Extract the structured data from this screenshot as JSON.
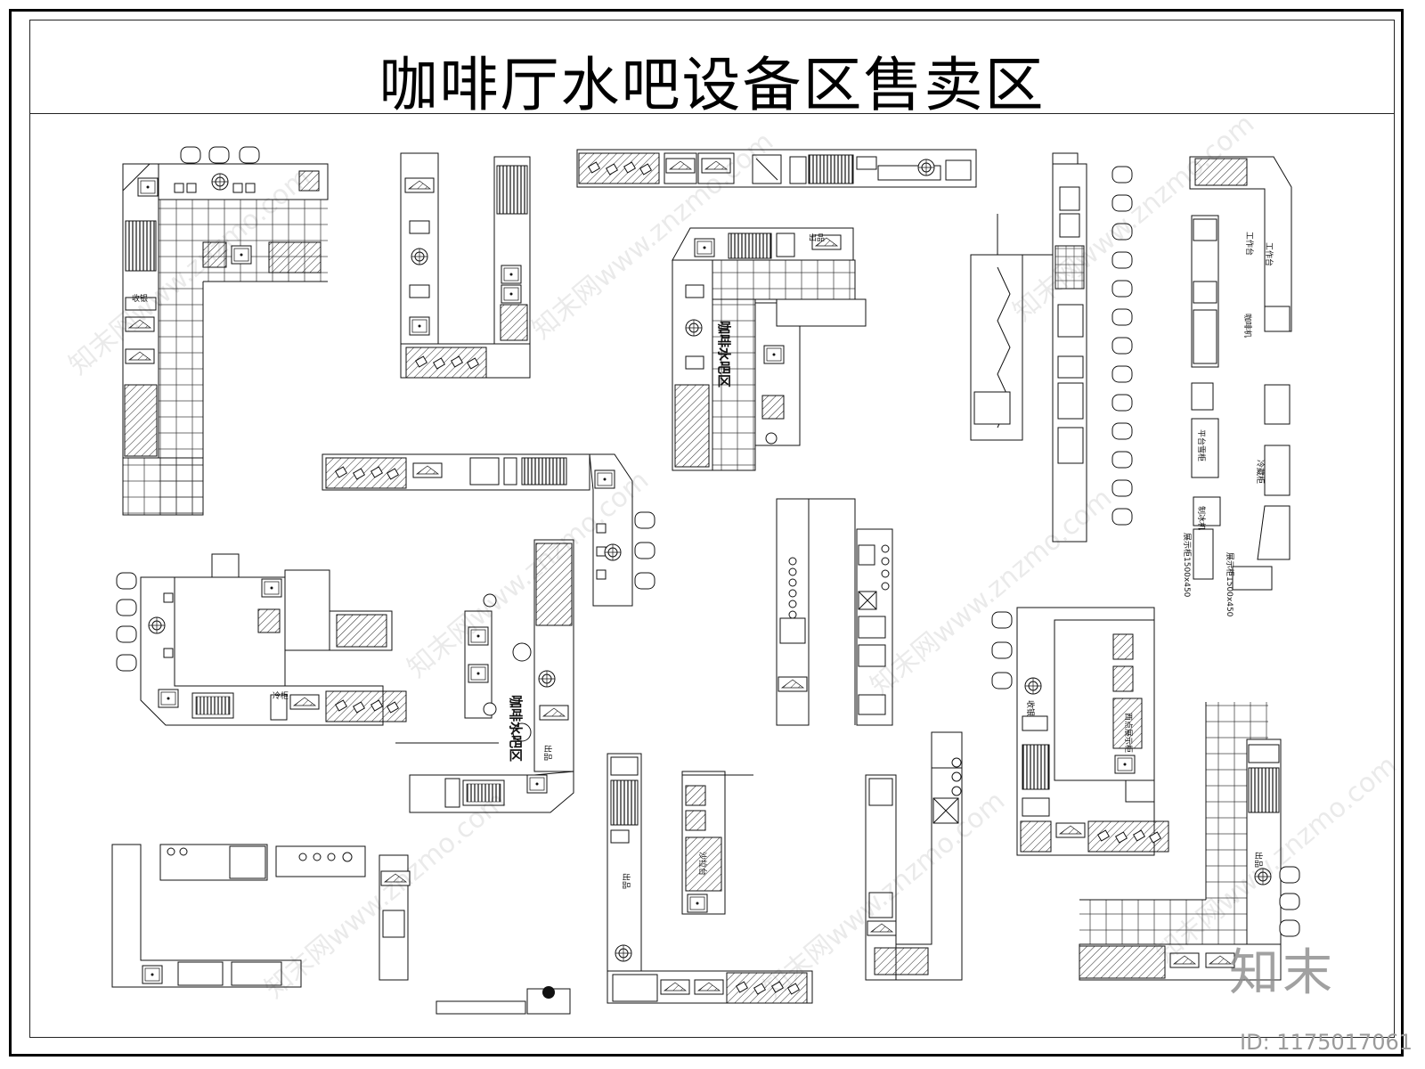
{
  "page": {
    "title": "咖啡厅水吧设备区售卖区",
    "brand": "知末",
    "image_id": "ID: 1175017061",
    "watermark": "知末网www.znzmo.com"
  },
  "labels": {
    "bar_area": "咖啡水吧区",
    "bar_area_2": "咖啡水吧区",
    "out_1": "出品",
    "out_2": "出品",
    "out_3": "出品",
    "out_4": "出品",
    "collect_1": "收银",
    "collect_2": "收银",
    "side_1": "工作台",
    "side_2": "咖啡机",
    "side_3": "制冰机",
    "side_4": "冷藏柜",
    "side_5": "平台雪柜",
    "side_6": "展示柜1500x450",
    "side_7": "展示柜1500x450",
    "side_8": "工作台",
    "side_9": "冷柜",
    "side_10": "沙拉台",
    "side_11": "西点展示柜"
  },
  "colors": {
    "line": "#111111",
    "hatch": "#222222"
  }
}
